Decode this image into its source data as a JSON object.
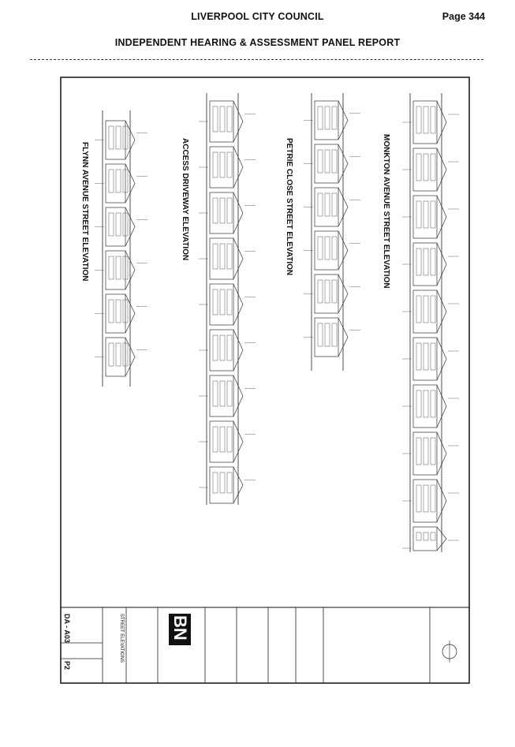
{
  "header": {
    "title": "LIVERPOOL CITY COUNCIL",
    "page": "Page 344",
    "subtitle": "INDEPENDENT HEARING & ASSESSMENT PANEL REPORT"
  },
  "drawing": {
    "elevations": [
      "MONKTON AVENUE STREET ELEVATION",
      "PETRIE CLOSE STREET ELEVATION",
      "ACCESS DRIVEWAY ELEVATION",
      "FLYNN AVENUE STREET ELEVATION"
    ],
    "title_block": {
      "logo": "BN",
      "drawing_title": "STREET ELEVATIONS",
      "drawing_no": "DA - A03",
      "revision": "P2"
    }
  }
}
